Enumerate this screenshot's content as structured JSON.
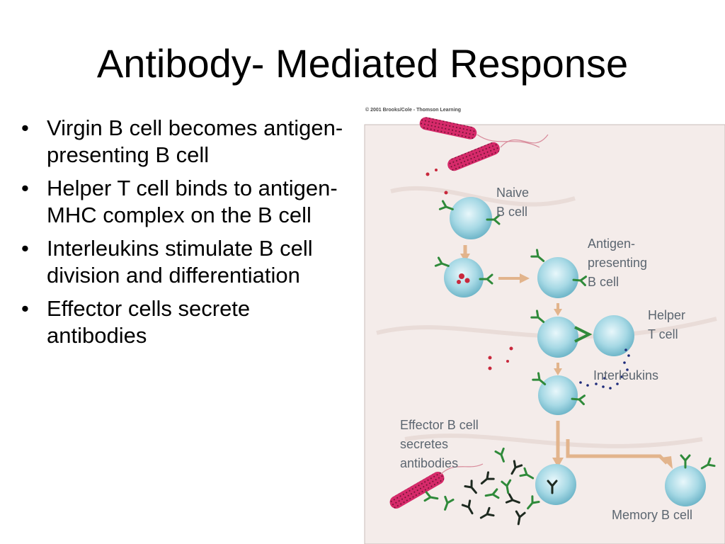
{
  "slide": {
    "title": "Antibody- Mediated Response",
    "bullet_marker": "•",
    "bullets": [
      "Virgin B cell becomes antigen-presenting B cell",
      "Helper T cell binds to antigen-MHC complex on the B cell",
      "Interleukins stimulate B cell division and differentiation",
      "Effector cells secrete antibodies"
    ]
  },
  "figure": {
    "credit": "© 2001 Brooks/Cole - Thomson Learning",
    "labels": {
      "naive": "Naive\nB cell",
      "antigen_presenting": "Antigen-\npresenting\nB cell",
      "helper": "Helper\nT cell",
      "interleukins": "Interleukins",
      "effector": "Effector B cell\nsecretes\nantibodies",
      "memory": "Memory B cell"
    },
    "colors": {
      "cell": "#9fd4e0",
      "antibody": "#2f8a3a",
      "antigen": "#c8283c",
      "arrow": "#e2b48c",
      "interleukin": "#1d2a7a"
    }
  }
}
